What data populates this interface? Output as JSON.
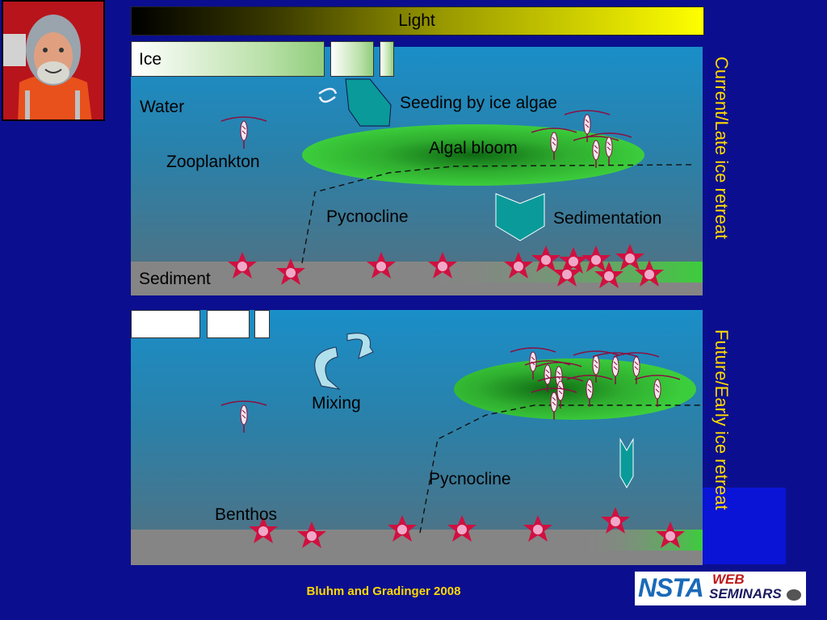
{
  "light_label": "Light",
  "top_panel": {
    "ice_label": "Ice",
    "water_label": "Water",
    "zooplankton_label": "Zooplankton",
    "seeding_label": "Seeding by ice algae",
    "algal_bloom_label": "Algal bloom",
    "pycnocline_label": "Pycnocline",
    "sedimentation_label": "Sedimentation",
    "sediment_label": "Sediment",
    "side_label": "Current/Late ice retreat"
  },
  "bottom_panel": {
    "mixing_label": "Mixing",
    "pycnocline_label": "Pycnocline",
    "benthos_label": "Benthos",
    "side_label": "Future/Early ice retreat"
  },
  "caption": "Bluhm and Gradinger 2008",
  "logo": {
    "part1": "NSTA",
    "part2_line1": "WEB",
    "part2_line2": "SEMINARS"
  },
  "colors": {
    "background": "#0b0f8f",
    "water": "#1a8ec8",
    "bloom": "#3ccd3c",
    "label_yellow": "#ffd800",
    "star": "#d01040"
  }
}
